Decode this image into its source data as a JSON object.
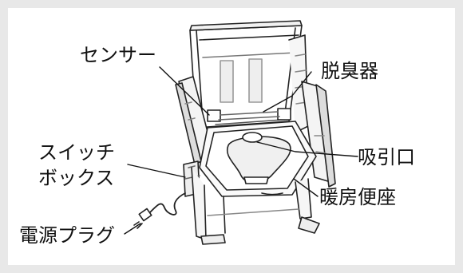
{
  "labels": {
    "sensor": "センサー",
    "deodorizer": "脱臭器",
    "switch_box_line1": "スイッチ",
    "switch_box_line2": "ボックス",
    "suction_port": "吸引口",
    "power_plug": "電源プラグ",
    "heated_seat": "暖房便座"
  }
}
